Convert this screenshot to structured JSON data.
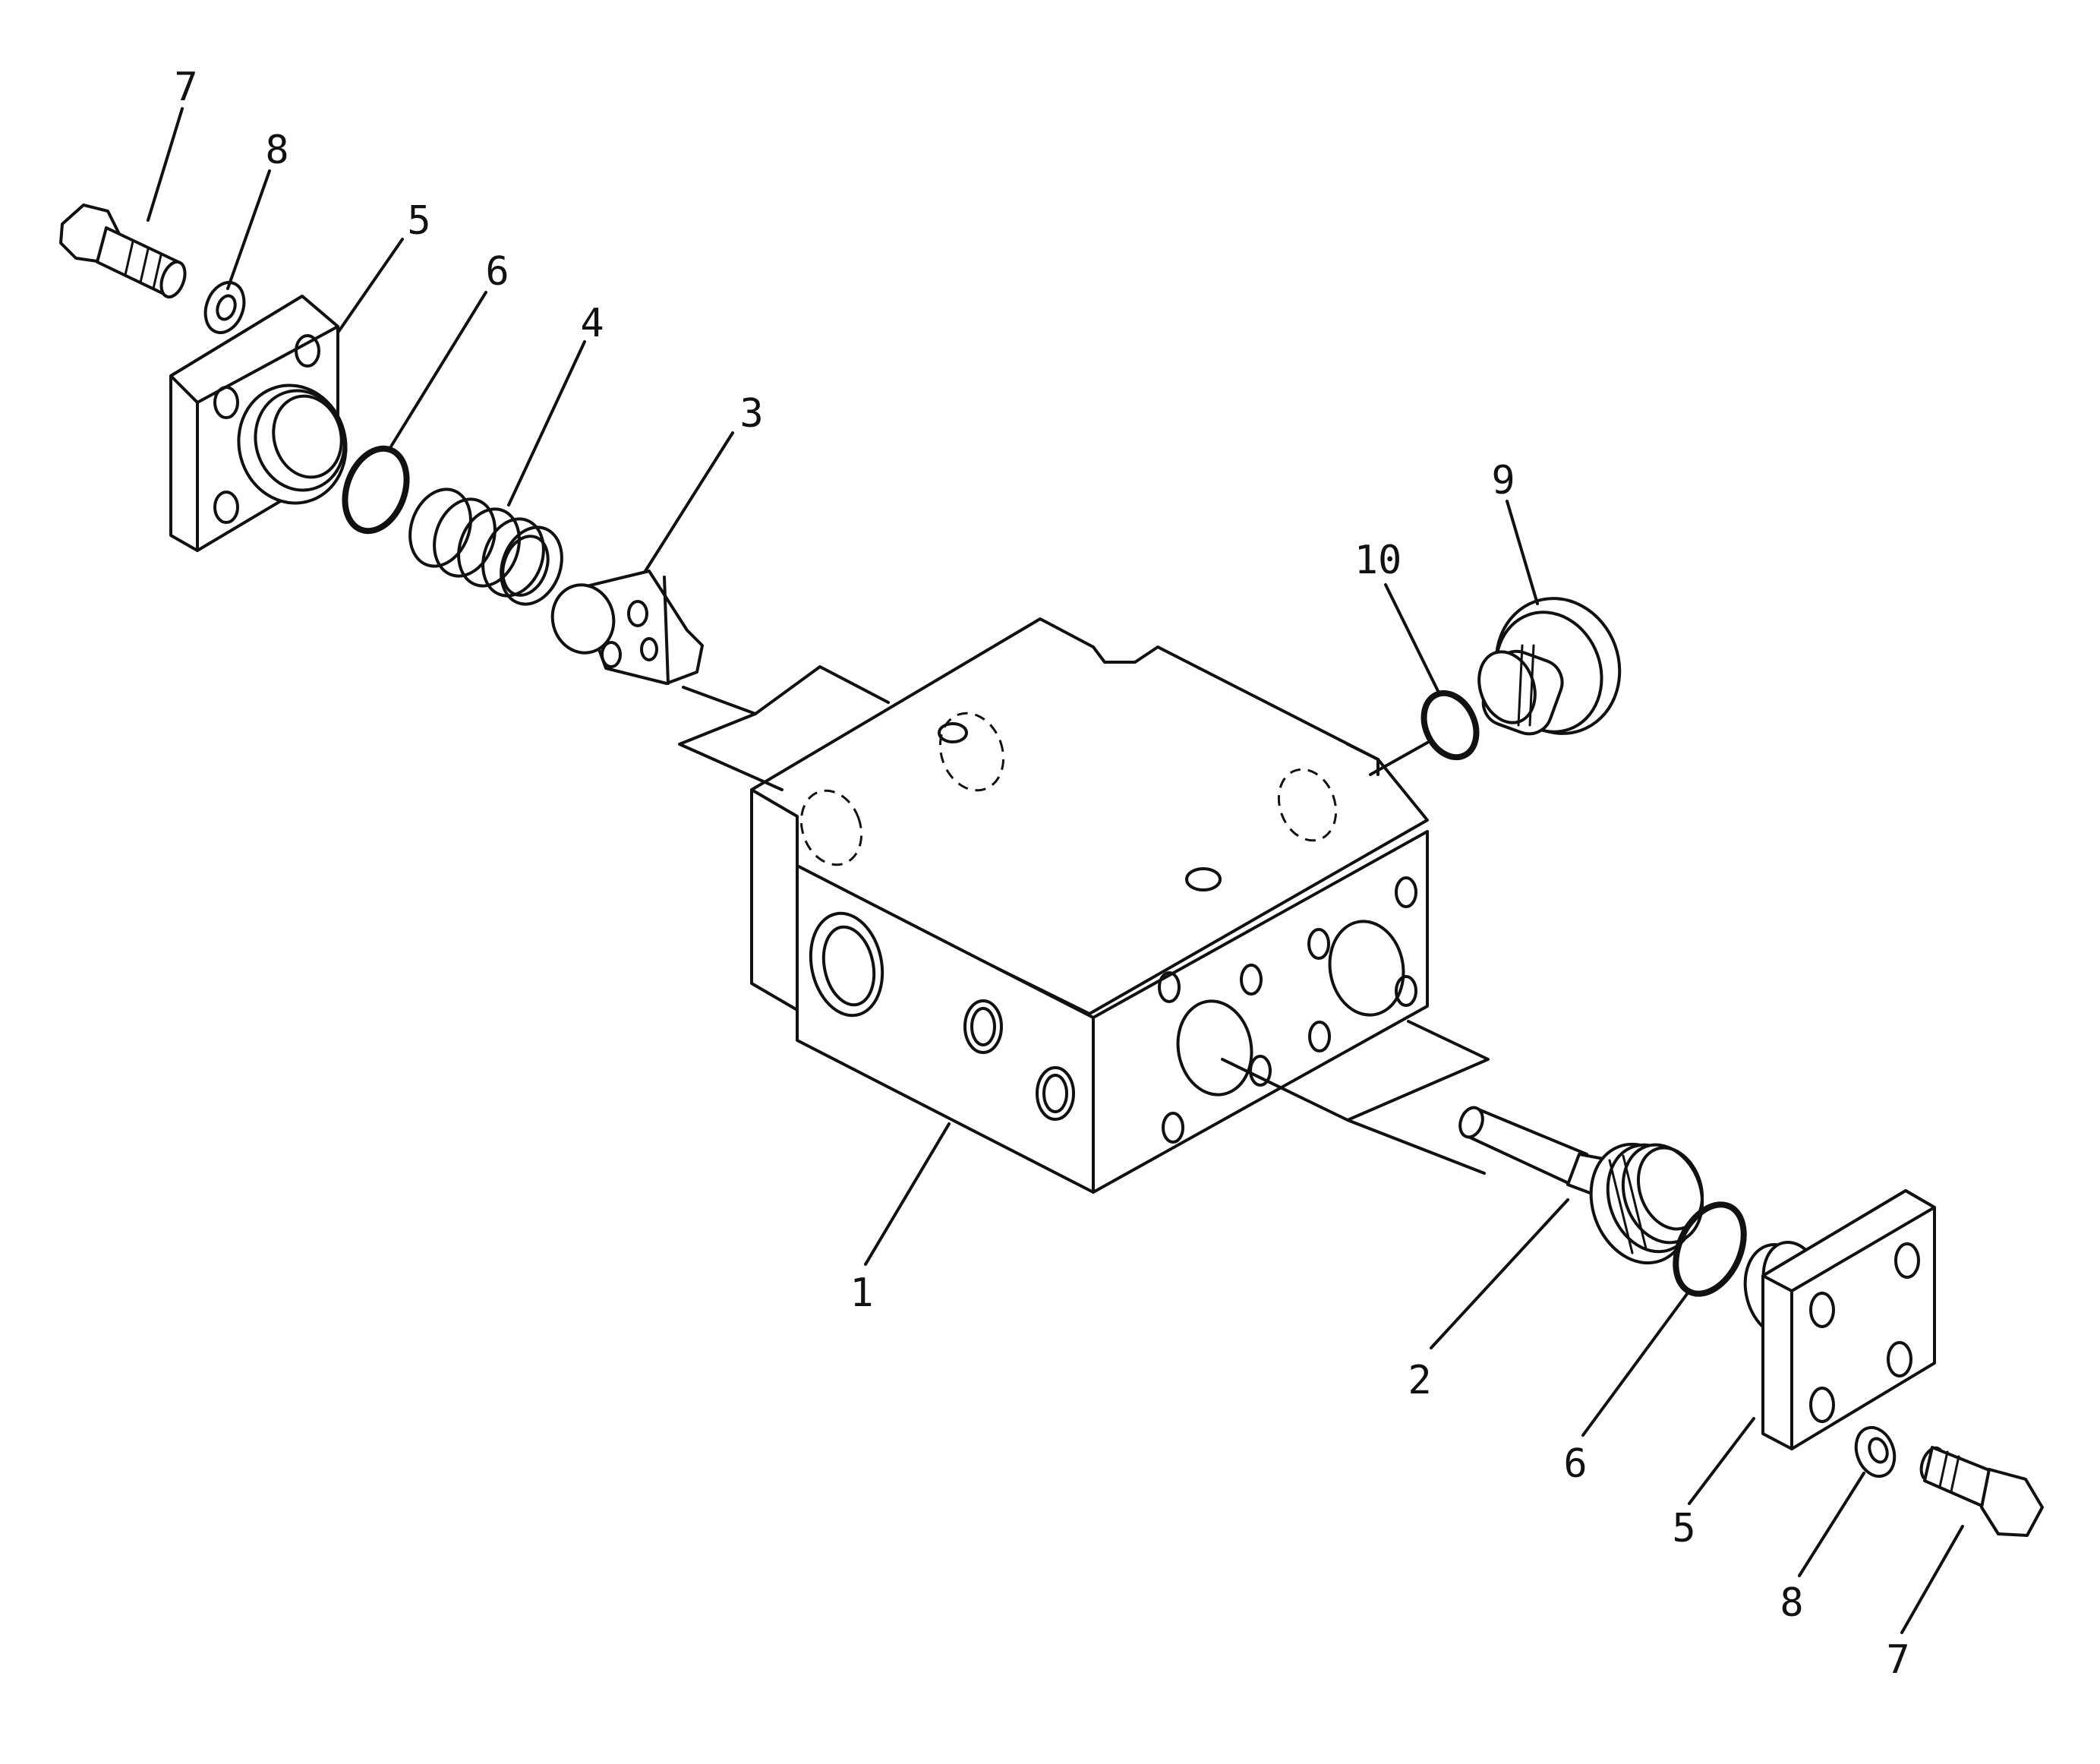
{
  "callouts": [
    {
      "id": "c7-top",
      "text": "7"
    },
    {
      "id": "c8-top",
      "text": "8"
    },
    {
      "id": "c5-top",
      "text": "5"
    },
    {
      "id": "c6-top",
      "text": "6"
    },
    {
      "id": "c4",
      "text": "4"
    },
    {
      "id": "c3",
      "text": "3"
    },
    {
      "id": "c9",
      "text": "9"
    },
    {
      "id": "c10",
      "text": "10"
    },
    {
      "id": "c1",
      "text": "1"
    },
    {
      "id": "c2",
      "text": "2"
    },
    {
      "id": "c6-bottom",
      "text": "6"
    },
    {
      "id": "c5-bottom",
      "text": "5"
    },
    {
      "id": "c8-bottom",
      "text": "8"
    },
    {
      "id": "c7-bottom",
      "text": "7"
    }
  ]
}
